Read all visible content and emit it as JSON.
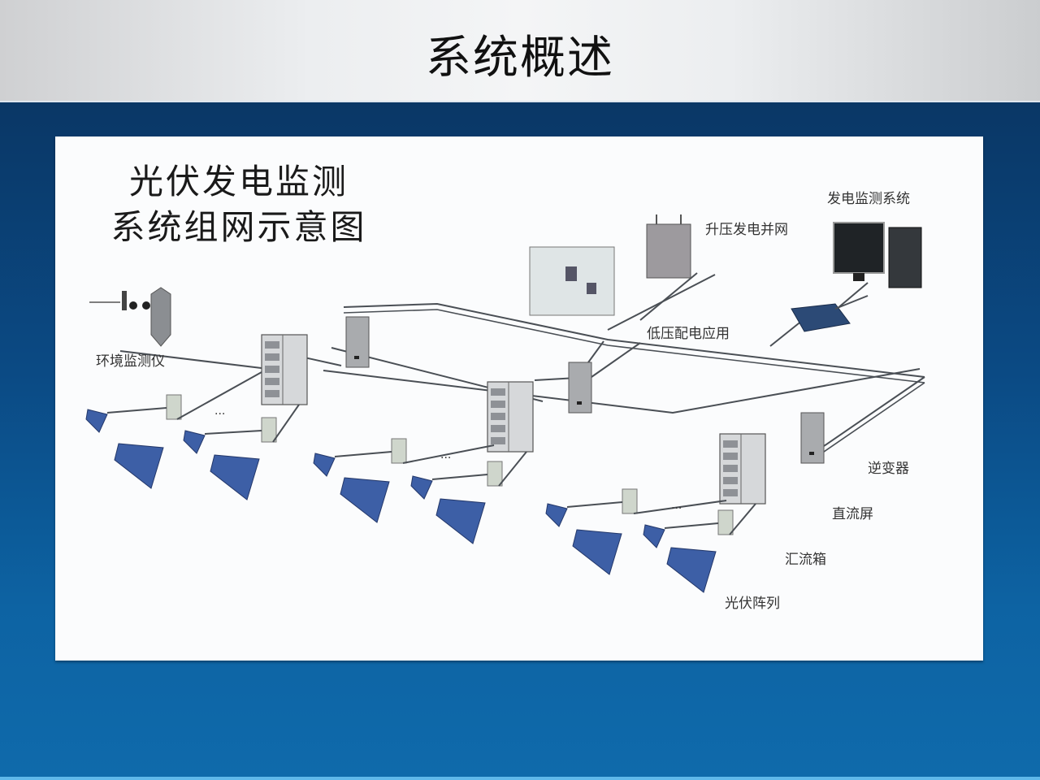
{
  "slide": {
    "title": "系统概述"
  },
  "diagram": {
    "title_line1": "光伏发电监测",
    "title_line2": "系统组网示意图",
    "labels": {
      "monitoring_system": "发电监测系统",
      "step_up_grid": "升压发电并网",
      "low_voltage_dist": "低压配电应用",
      "env_monitor": "环境监测仪",
      "inverter": "逆变器",
      "dc_cabinet": "直流屏",
      "combiner_box": "汇流箱",
      "pv_array": "光伏阵列"
    },
    "ellipsis": "···",
    "groups": 3,
    "panels_per_combiner": 2,
    "combiners_per_group": 2
  },
  "colors": {
    "header_bg": "#eceef0",
    "frame_blue_top": "#0a3766",
    "frame_blue_bottom": "#0f6aab",
    "panel_blue": "#3d5fa6",
    "cabinet_gray": "#a9abae",
    "line": "#4a4f55"
  }
}
